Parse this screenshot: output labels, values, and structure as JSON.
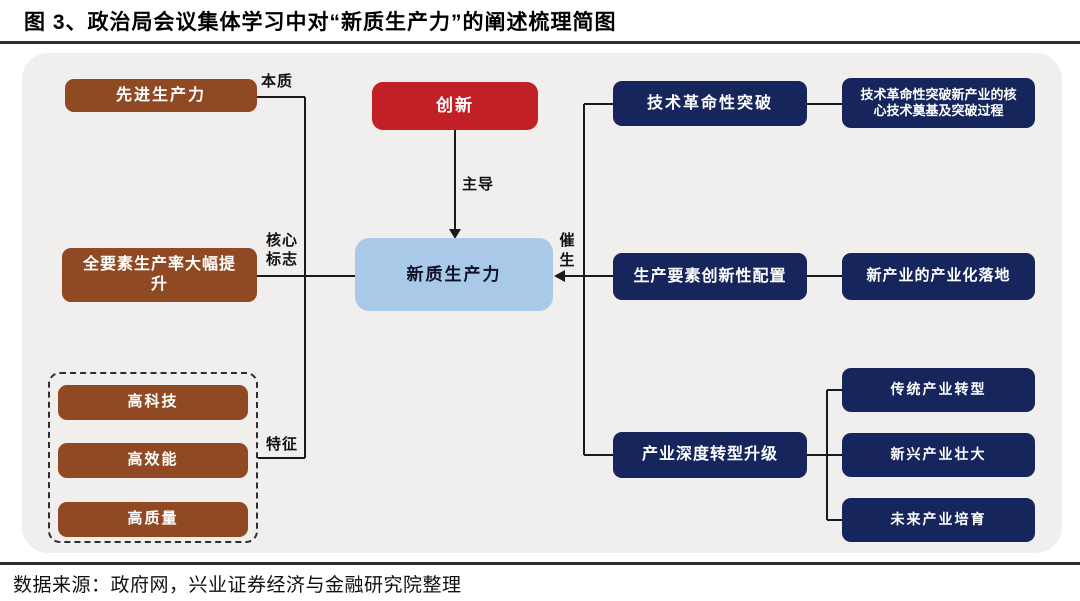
{
  "figure": {
    "title": "图 3、政治局会议集体学习中对“新质生产力”的阐述梳理简图",
    "source": "数据来源：政府网，兴业证券经济与金融研究院整理"
  },
  "colors": {
    "brown": "#8F4A23",
    "red": "#C02026",
    "navy": "#16255B",
    "light_blue": "#A9C9E9",
    "panel_bg": "#F0EFED",
    "line": "#1A1A1A"
  },
  "nodes": {
    "center": "新质生产力",
    "innovation": "创新",
    "advanced": "先进生产力",
    "tfp": "全要素生产率大幅提升",
    "high_tech": "高科技",
    "high_efficiency": "高效能",
    "high_quality": "高质量",
    "tech_breakthrough": "技术革命性突破",
    "tech_breakthrough_detail": "技术革命性突破新产业的核心技术奠基及突破过程",
    "factor_allocation": "生产要素创新性配置",
    "industrialization": "新产业的产业化落地",
    "industry_upgrade": "产业深度转型升级",
    "traditional_industry": "传统产业转型",
    "emerging_industry": "新兴产业壮大",
    "future_industry": "未来产业培育"
  },
  "edge_labels": {
    "essence": "本质",
    "core_mark": "核心标志",
    "feature": "特征",
    "dominate": "主导",
    "catalyze": "催生"
  }
}
